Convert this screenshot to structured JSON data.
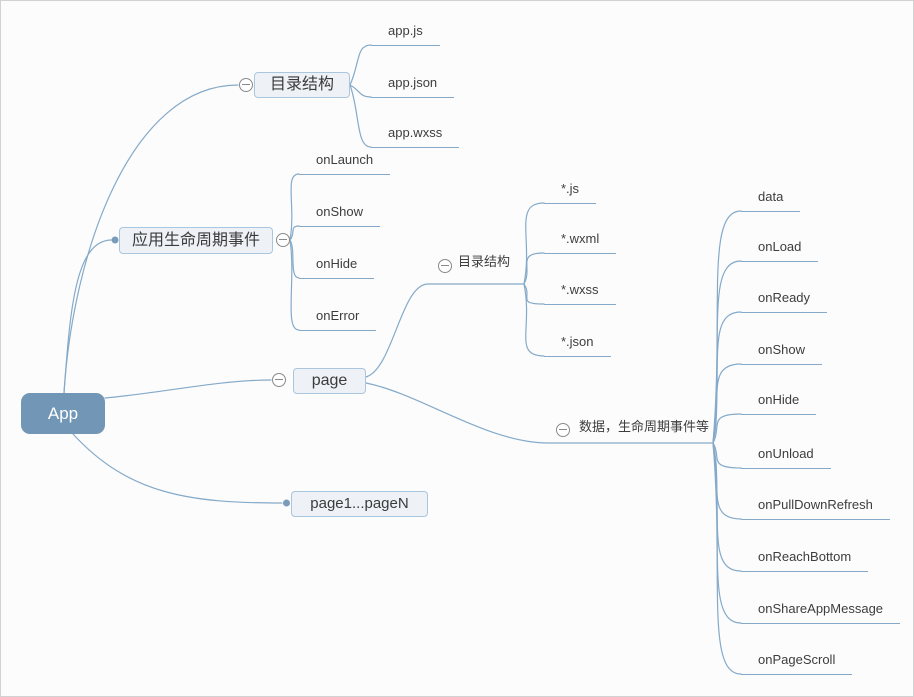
{
  "diagram": {
    "type": "mindmap",
    "root": {
      "label": "App"
    },
    "branches": [
      {
        "label": "目录结构",
        "children": [
          "app.js",
          "app.json",
          "app.wxss"
        ]
      },
      {
        "label": "应用生命周期事件",
        "children": [
          "onLaunch",
          "onShow",
          "onHide",
          "onError"
        ]
      },
      {
        "label": "page",
        "children": [
          {
            "label": "目录结构",
            "children": [
              "*.js",
              "*.wxml",
              "*.wxss",
              "*.json"
            ]
          },
          {
            "label": "数据，生命周期事件等",
            "children": [
              "data",
              "onLoad",
              "onReady",
              "onShow",
              "onHide",
              "onUnload",
              "onPullDownRefresh",
              "onReachBottom",
              "onShareAppMessage",
              "onPageScroll"
            ]
          }
        ]
      },
      {
        "label": "page1...pageN",
        "children": []
      }
    ]
  },
  "icons": {
    "collapse": "minus-in-circle",
    "connection": "filled-dot"
  },
  "colors": {
    "root_fill": "#7296b5",
    "root_text": "#ffffff",
    "node_fill": "#eef2f7",
    "node_border": "#a9c6de",
    "edge": "#85aac9",
    "text": "#3d3d3d",
    "collapse_stroke": "#8a8a8a",
    "background": "#fcfcfc"
  }
}
